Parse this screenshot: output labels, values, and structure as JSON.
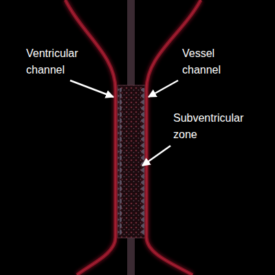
{
  "diagram": {
    "labels": [
      "Ventricular channel",
      "Vessel channel",
      "Subventricular zone"
    ]
  }
}
